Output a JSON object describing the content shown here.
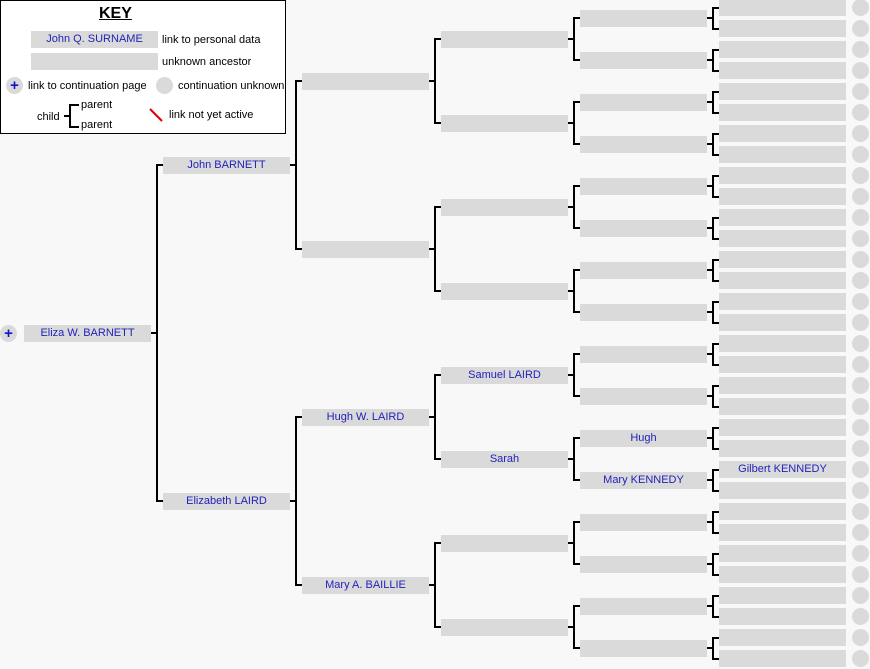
{
  "key": {
    "title": "KEY",
    "sample_name": "John Q. SURNAME",
    "link_personal": "link to personal data",
    "unknown_ancestor": "unknown ancestor",
    "link_continuation": "link to continuation page",
    "continuation_unknown": "continuation unknown",
    "child": "child",
    "parent1": "parent",
    "parent2": "parent",
    "link_not_active": "link not yet active"
  },
  "continuation_icon": "+",
  "gen1": [
    "Eliza W. BARNETT"
  ],
  "gen2": [
    "John BARNETT",
    "Elizabeth LAIRD"
  ],
  "gen3": [
    "",
    "",
    "Hugh W. LAIRD",
    "Mary A. BAILLIE"
  ],
  "gen4": [
    "",
    "",
    "",
    "",
    "Samuel LAIRD",
    "Sarah",
    "",
    ""
  ],
  "gen5": [
    "",
    "",
    "",
    "",
    "",
    "",
    "",
    "",
    "",
    "",
    "Hugh",
    "Mary KENNEDY",
    "",
    "",
    "",
    ""
  ],
  "gen6": [
    "",
    "",
    "",
    "",
    "",
    "",
    "",
    "",
    "",
    "",
    "",
    "",
    "",
    "",
    "",
    "",
    "",
    "",
    "",
    "",
    "",
    "",
    "Gilbert KENNEDY",
    "",
    "",
    "",
    "",
    "",
    "",
    "",
    "",
    ""
  ],
  "colors": {
    "box": "#dadada",
    "link_text": "#2222bb",
    "line": "#000000",
    "inactive_link": "#dd0000"
  }
}
